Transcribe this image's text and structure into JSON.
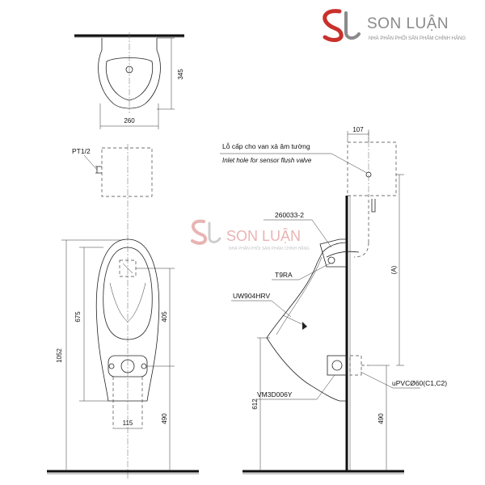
{
  "brand": {
    "name": "SON LUẬN",
    "tagline": "NHÀ PHÂN PHỐI SẢN PHẨM CHÍNH HÃNG",
    "accent_color": "#c9302c",
    "text_color": "#8a8a8a"
  },
  "watermark": {
    "name": "SON LUẬN",
    "tagline": "NHÀ PHÂN PHỐI SẢN PHẨM CHÍNH HÃNG"
  },
  "dimensions": {
    "top_depth": "345",
    "top_width": "260",
    "pipe_size": "PT1/2",
    "bowl_height": "675",
    "total_height": "1052",
    "inlet_height": "405",
    "outlet_height_front": "490",
    "outlet_width": "115",
    "valve_offset": "107",
    "valve_height": "(A)",
    "rim_height": "612",
    "outlet_height_side": "490"
  },
  "labels": {
    "inlet_vn": "Lỗ cấp cho van xả âm tường",
    "inlet_en": "Inlet hole for sensor flush valve",
    "part_spud": "260033-2",
    "part_valve": "T9RA",
    "part_urinal": "UW904HRV",
    "part_outlet": "uPVCØ60(C1,C2)",
    "part_trap": "VM3D006Y"
  }
}
